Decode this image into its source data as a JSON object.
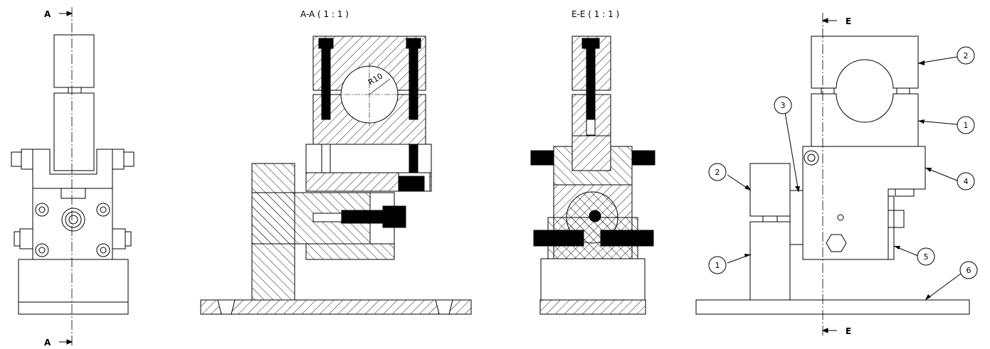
{
  "section_markers": {
    "a_top": "A",
    "a_bottom": "A",
    "e_top": "E",
    "e_bottom": "E"
  },
  "view_titles": {
    "section_aa": "A-A ( 1 : 1 )",
    "section_ee": "E-E ( 1 : 1 )"
  },
  "dimension": {
    "radius_label": "R10"
  },
  "balloons": [
    {
      "id": "b-2-top",
      "number": "2"
    },
    {
      "id": "b-1-top",
      "number": "1"
    },
    {
      "id": "b-3",
      "number": "3"
    },
    {
      "id": "b-2-left",
      "number": "2"
    },
    {
      "id": "b-4",
      "number": "4"
    },
    {
      "id": "b-1-left",
      "number": "1"
    },
    {
      "id": "b-5",
      "number": "5"
    },
    {
      "id": "b-6",
      "number": "6"
    }
  ]
}
